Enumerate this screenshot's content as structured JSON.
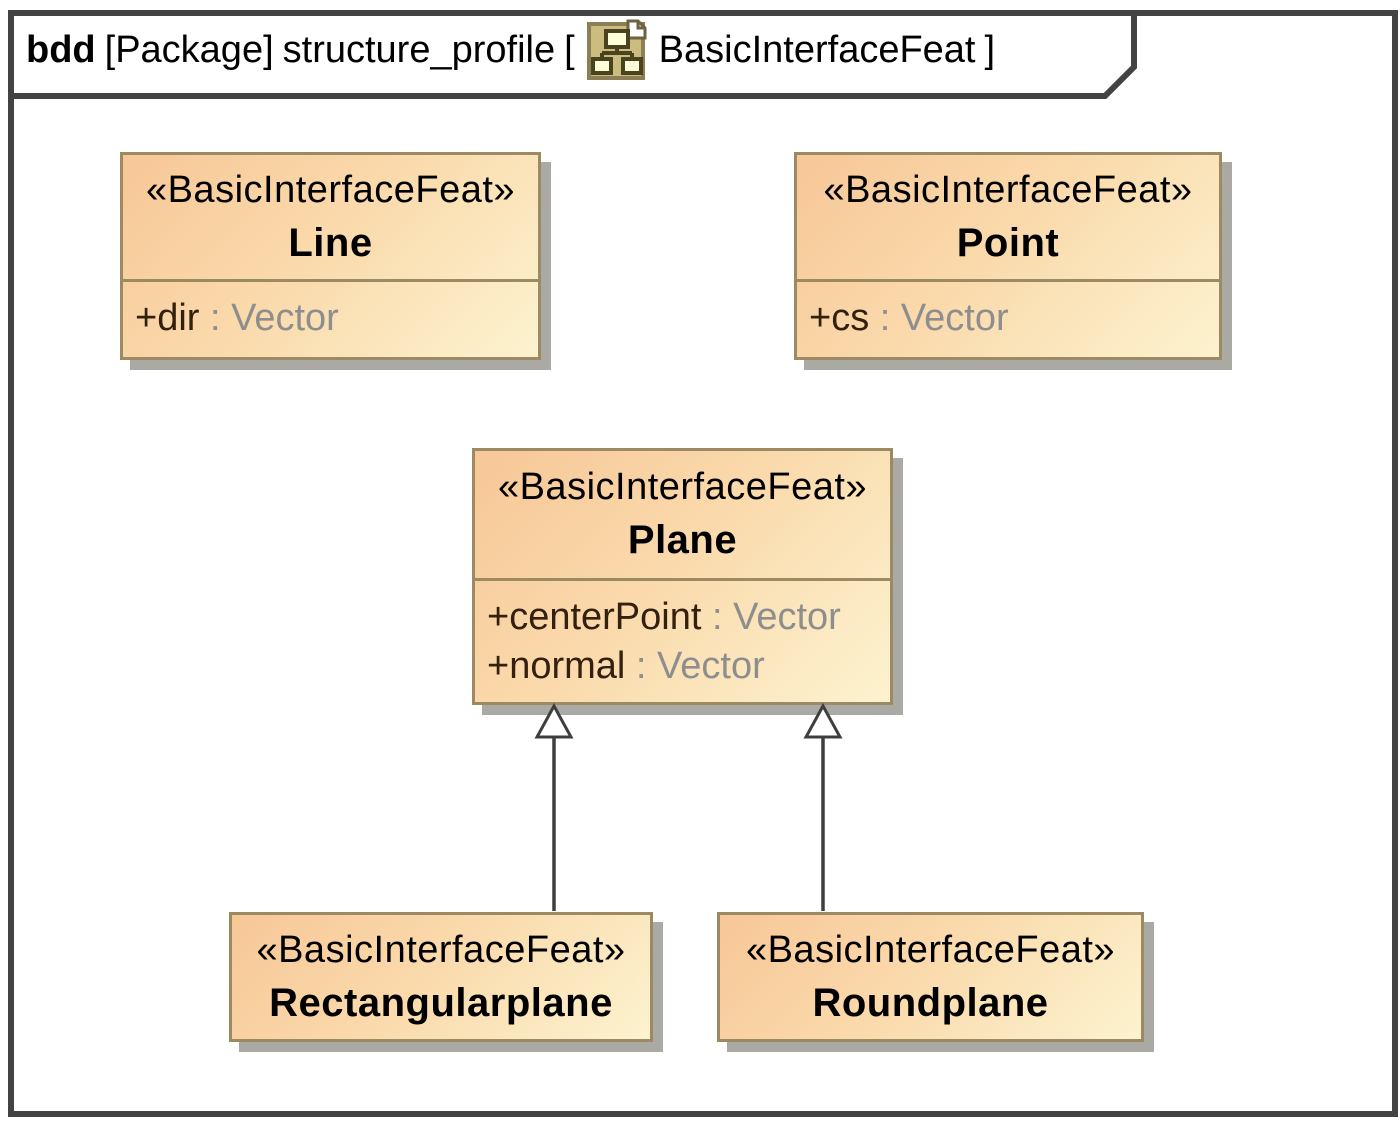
{
  "frame": {
    "title": {
      "keyword": "bdd",
      "kind": "[Package]",
      "package_name": "structure_profile",
      "open_bracket": "[",
      "diagram_name": "BasicInterfaceFeat",
      "close_bracket": "]",
      "icon": "package-diagram-icon"
    }
  },
  "classes": [
    {
      "id": "line",
      "stereotype": "«BasicInterfaceFeat»",
      "name": "Line",
      "attributes": [
        {
          "name": "+dir",
          "type": " : Vector"
        }
      ]
    },
    {
      "id": "point",
      "stereotype": "«BasicInterfaceFeat»",
      "name": "Point",
      "attributes": [
        {
          "name": "+cs",
          "type": " : Vector"
        }
      ]
    },
    {
      "id": "plane",
      "stereotype": "«BasicInterfaceFeat»",
      "name": "Plane",
      "attributes": [
        {
          "name": "+centerPoint",
          "type": " : Vector"
        },
        {
          "name": "+normal",
          "type": " : Vector"
        }
      ]
    },
    {
      "id": "rectangularplane",
      "stereotype": "«BasicInterfaceFeat»",
      "name": "Rectangularplane",
      "attributes": []
    },
    {
      "id": "roundplane",
      "stereotype": "«BasicInterfaceFeat»",
      "name": "Roundplane",
      "attributes": []
    }
  ],
  "relationships": [
    {
      "type": "generalization",
      "from": "Rectangularplane",
      "to": "Plane"
    },
    {
      "type": "generalization",
      "from": "Roundplane",
      "to": "Plane"
    }
  ],
  "colors": {
    "box_fill_start": "#f7c797",
    "box_fill_end": "#fcf3cf",
    "box_border": "#9c8a62",
    "box_shadow": "#aaa9a4",
    "frame_border": "#434343",
    "attribute_name": "#33200f",
    "attribute_type": "#8e8e8e",
    "edge": "#3e3e3e"
  }
}
